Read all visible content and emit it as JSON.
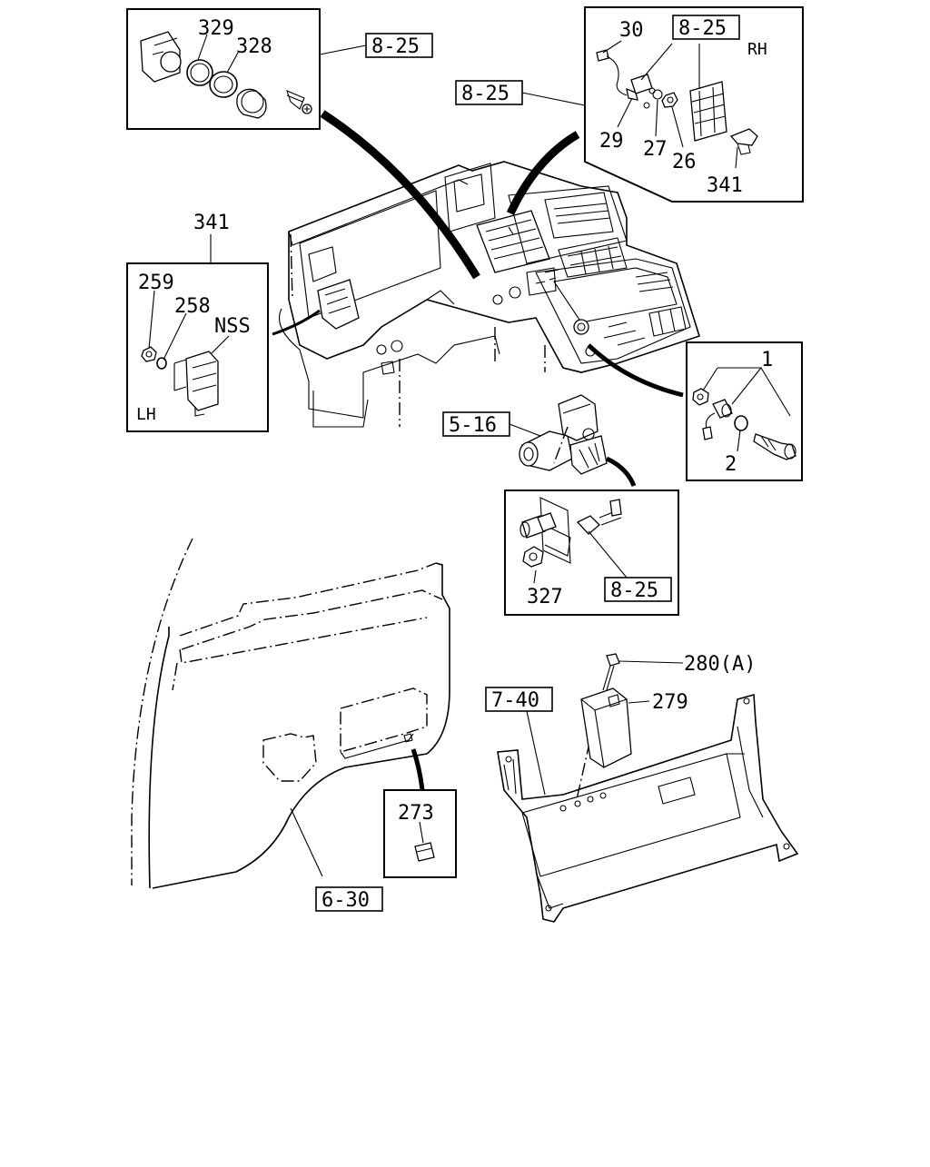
{
  "labels": {
    "p329": "329",
    "p328": "328",
    "p30": "30",
    "p29": "29",
    "p27": "27",
    "p26": "26",
    "p341_rh": "341",
    "p341": "341",
    "p259": "259",
    "p258": "258",
    "nss": "NSS",
    "p1": "1",
    "p2": "2",
    "p327": "327",
    "p280a": "280(A)",
    "p279": "279",
    "p273": "273"
  },
  "refs": {
    "r825_a": "8-25",
    "r825_b": "8-25",
    "r825_c": "8-25",
    "r825_d": "8-25",
    "r516": "5-16",
    "r740": "7-40",
    "r630": "6-30"
  },
  "sides": {
    "rh": "RH",
    "lh": "LH"
  }
}
